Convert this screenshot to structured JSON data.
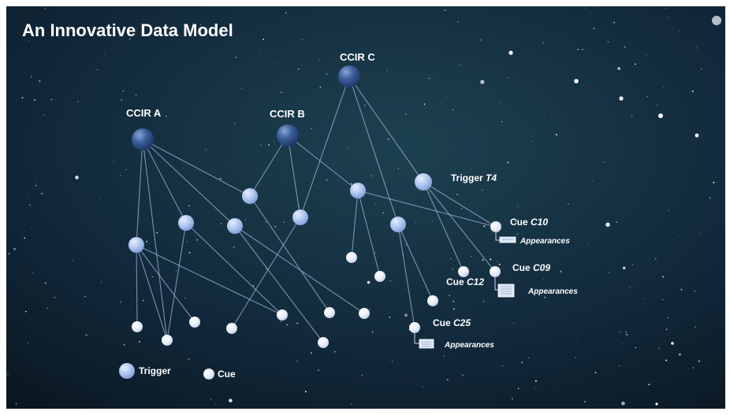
{
  "title": "An Innovative Data Model",
  "ccirs": [
    {
      "id": "A",
      "label": "CCIR A"
    },
    {
      "id": "B",
      "label": "CCIR B"
    },
    {
      "id": "C",
      "label": "CCIR C"
    }
  ],
  "trigger_label": {
    "prefix": "Trigger ",
    "code": "T4"
  },
  "cues": [
    {
      "id": "c10",
      "prefix": "Cue ",
      "code": "C10",
      "sub": "Appearances"
    },
    {
      "id": "c09",
      "prefix": "Cue ",
      "code": "C09",
      "sub": "Appearances"
    },
    {
      "id": "c12",
      "prefix": "Cue ",
      "code": "C12"
    },
    {
      "id": "c25",
      "prefix": "Cue ",
      "code": "C25",
      "sub": "Appearances"
    }
  ],
  "legend": {
    "trigger": "Trigger",
    "cue": "Cue"
  },
  "colors": {
    "background_top": "#1d4150",
    "background_bottom": "#0a1620",
    "ccir_node": "#2e4e88",
    "trigger_node": "#a9c2ef",
    "cue_node": "#e9eef8",
    "edge": "#9fb4d6"
  }
}
